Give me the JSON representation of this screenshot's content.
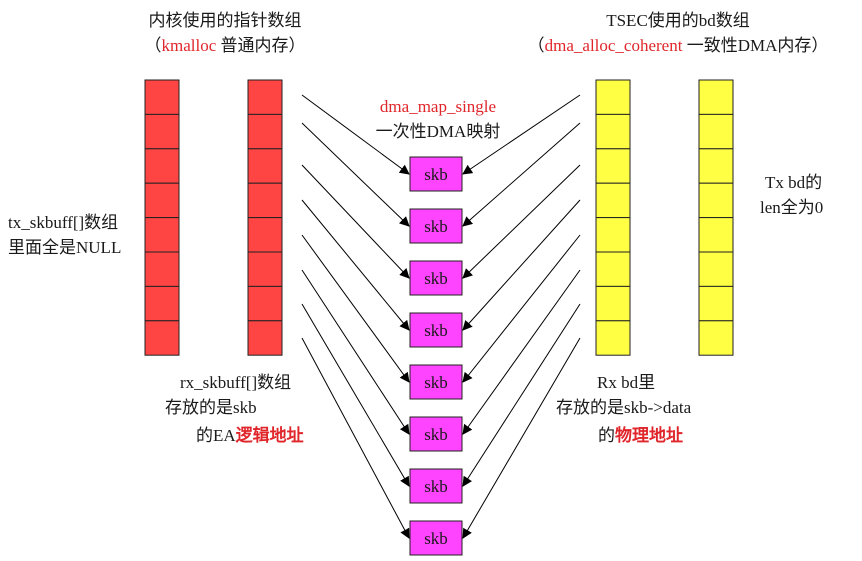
{
  "colors": {
    "kernel_array": "#ff4444",
    "bd_array": "#ffff44",
    "skb": "#ff44ff",
    "highlight_text": "#e0262b"
  },
  "kernel_title": {
    "line1": "内核使用的指针数组",
    "open": "（",
    "red": "kmalloc",
    "rest": " 普通内存）"
  },
  "tsec_title": {
    "line1": "TSEC使用的bd数组",
    "open": "（",
    "red": "dma_alloc_coherent",
    "rest": " 一致性DMA内存）"
  },
  "mapping": {
    "red": "dma_map_single",
    "line2": "一次性DMA映射"
  },
  "tx_note": {
    "line1": "tx_skbuff[]数组",
    "line2": "里面全是NULL"
  },
  "rx_note": {
    "line1": "rx_skbuff[]数组",
    "line2": "存放的是skb",
    "prefix": "的EA",
    "red": "逻辑地址"
  },
  "rxbd_note": {
    "line1": "Rx bd里",
    "line2": "存放的是skb->data",
    "prefix": "的",
    "red": "物理地址"
  },
  "txbd_note": {
    "line1": "Tx bd的",
    "line2": "len全为0"
  },
  "cells_per_array": 8,
  "skb_boxes": [
    "skb",
    "skb",
    "skb",
    "skb",
    "skb",
    "skb",
    "skb",
    "skb"
  ]
}
